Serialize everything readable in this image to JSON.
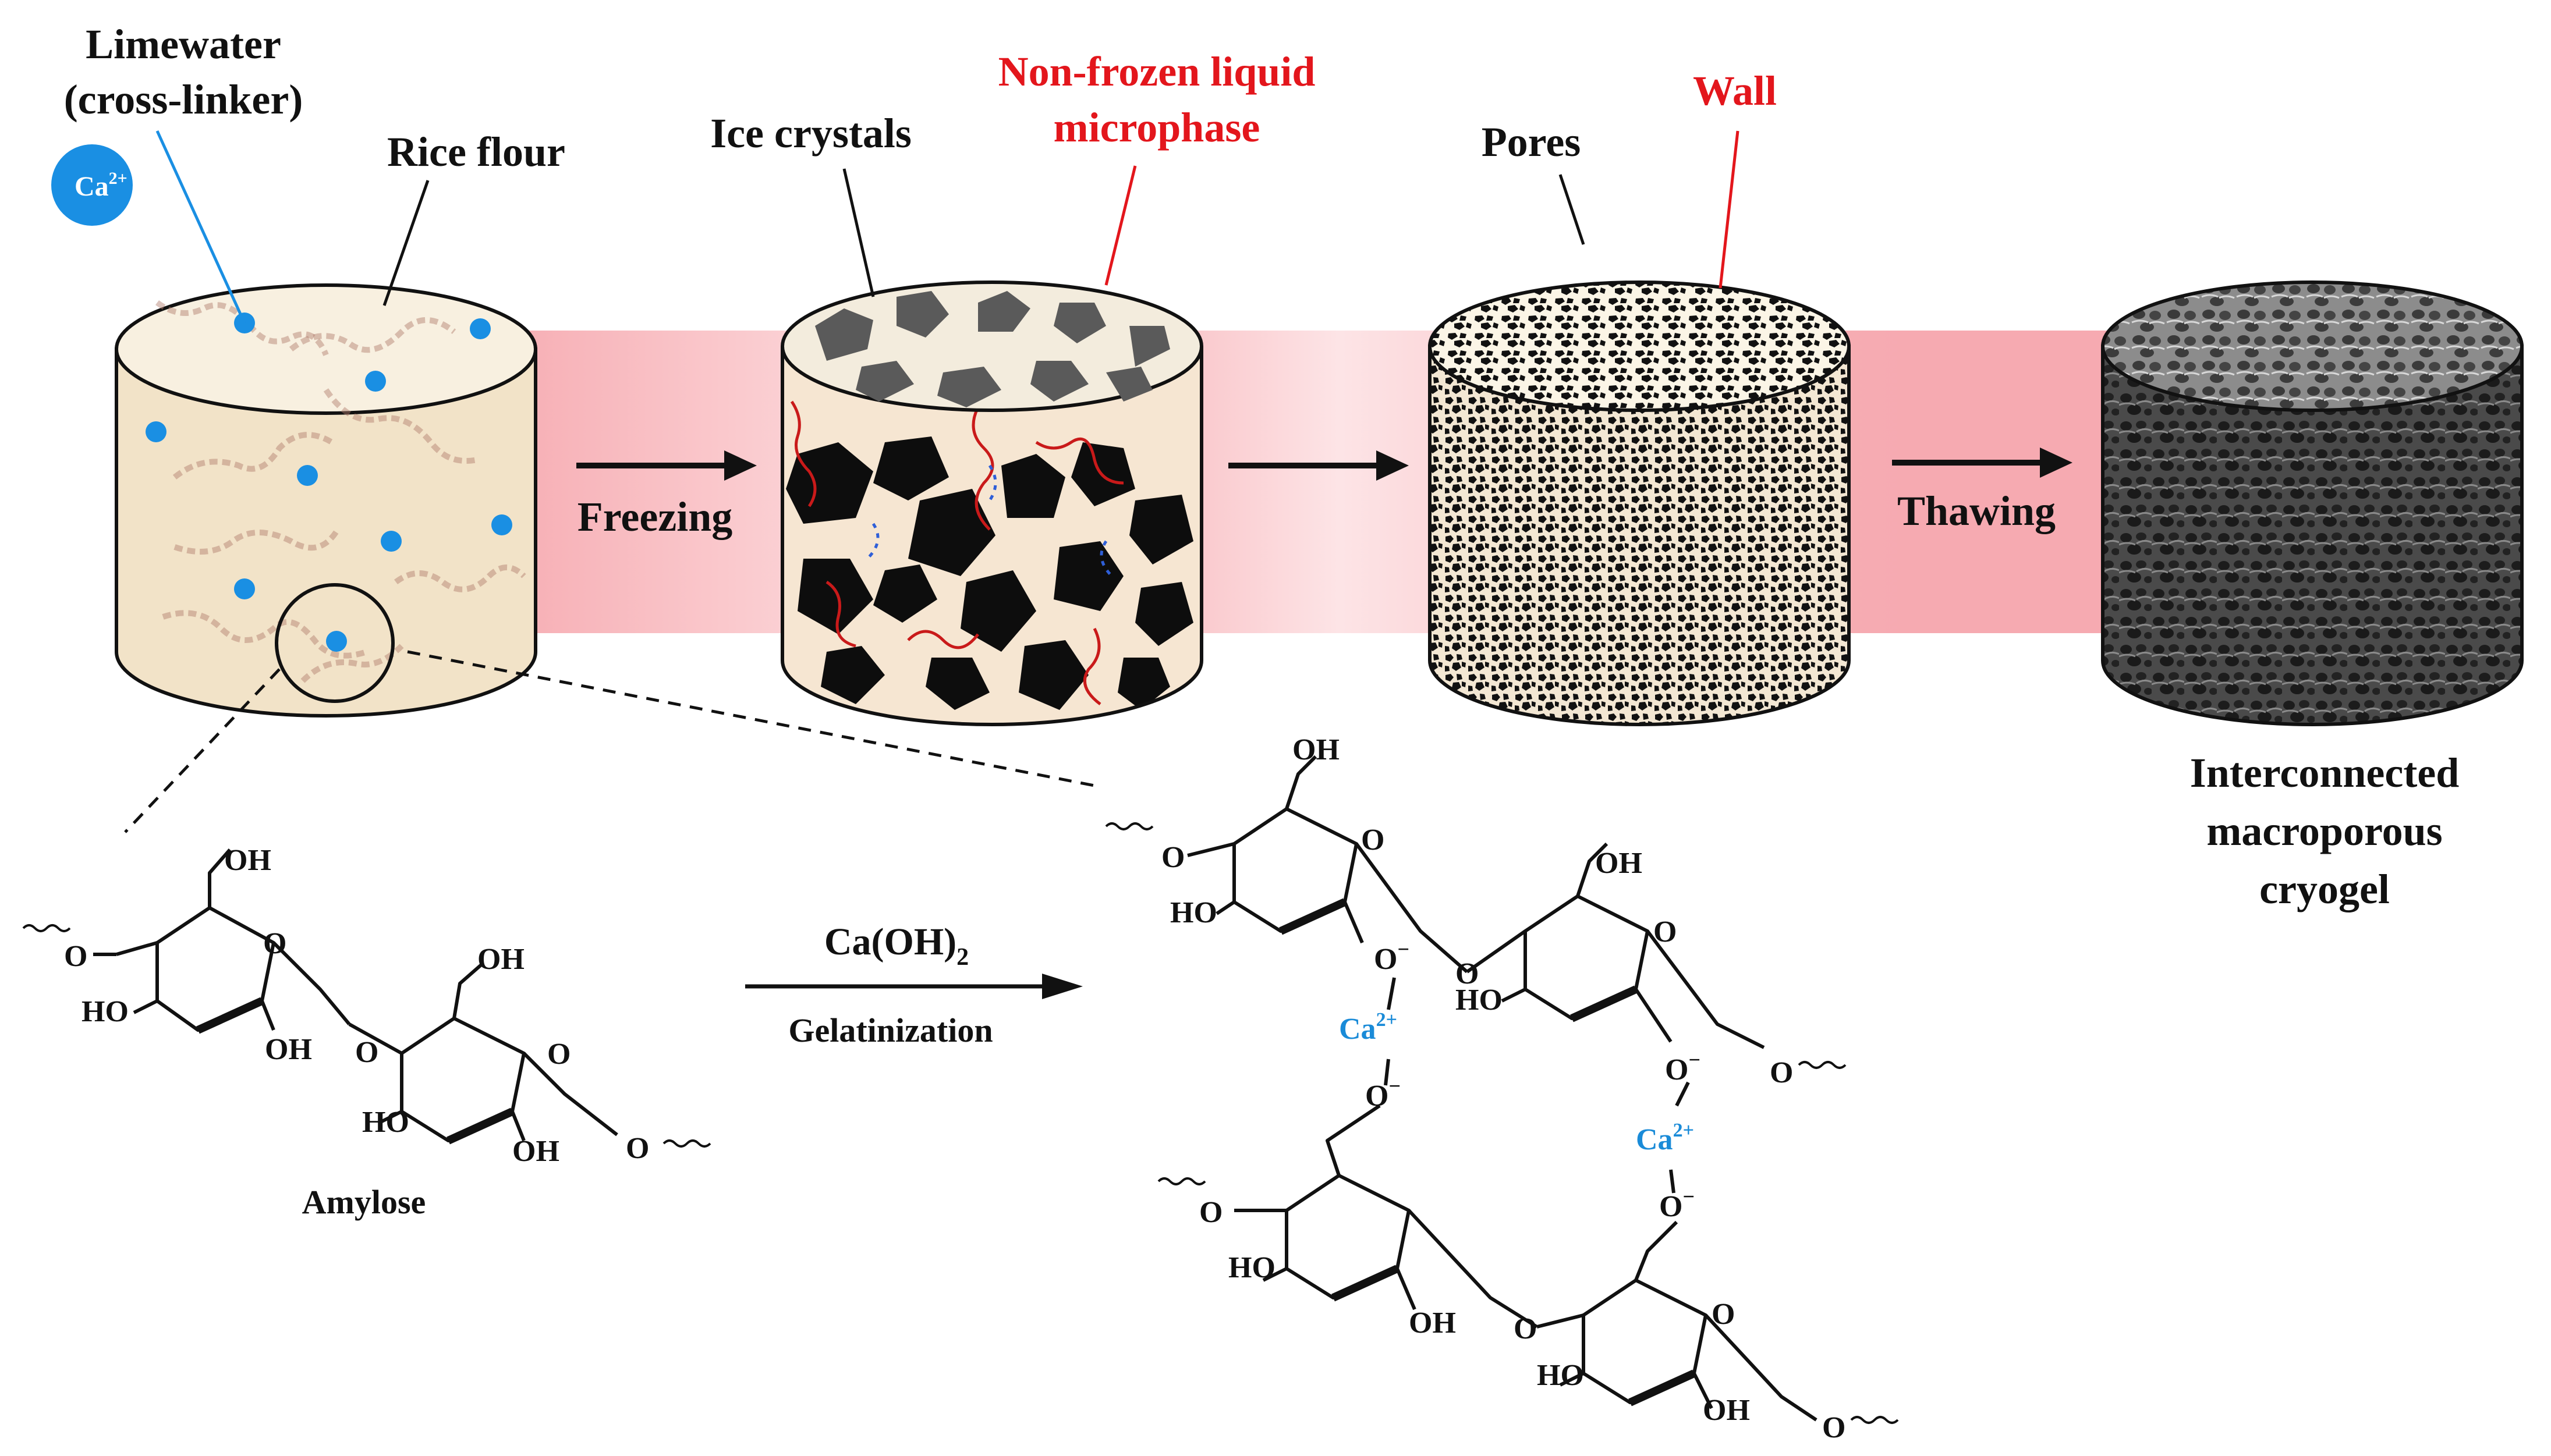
{
  "labels": {
    "limewater_line1": "Limewater",
    "limewater_line2": "(cross-linker)",
    "ca_badge": "Ca",
    "ca_badge_sup": "2+",
    "rice_flour": "Rice flour",
    "ice_crystals": "Ice crystals",
    "non_frozen_line1": "Non-frozen liquid",
    "non_frozen_line2": "microphase",
    "pores": "Pores",
    "wall": "Wall",
    "freezing": "Freezing",
    "thawing": "Thawing",
    "cryogel_line1": "Interconnected",
    "cryogel_line2": "macroporous",
    "cryogel_line3": "cryogel",
    "amylose": "Amylose",
    "reagent": "Ca(OH)",
    "reagent_sub": "2",
    "gelatinization": "Gelatinization"
  },
  "chem": {
    "oh": "OH",
    "ho": "HO",
    "o": "O",
    "o_minus": "O",
    "minus": "−",
    "ca": "Ca",
    "ca_sup": "2+"
  },
  "colors": {
    "label_red": "#e3161c",
    "ion_blue": "#1a8fe3",
    "chem_blue": "#1a8bd8",
    "band_pink": "#f7b3b8",
    "cylinder_beige": "#f2e3c8",
    "chain_brown": "#b07a6a"
  }
}
